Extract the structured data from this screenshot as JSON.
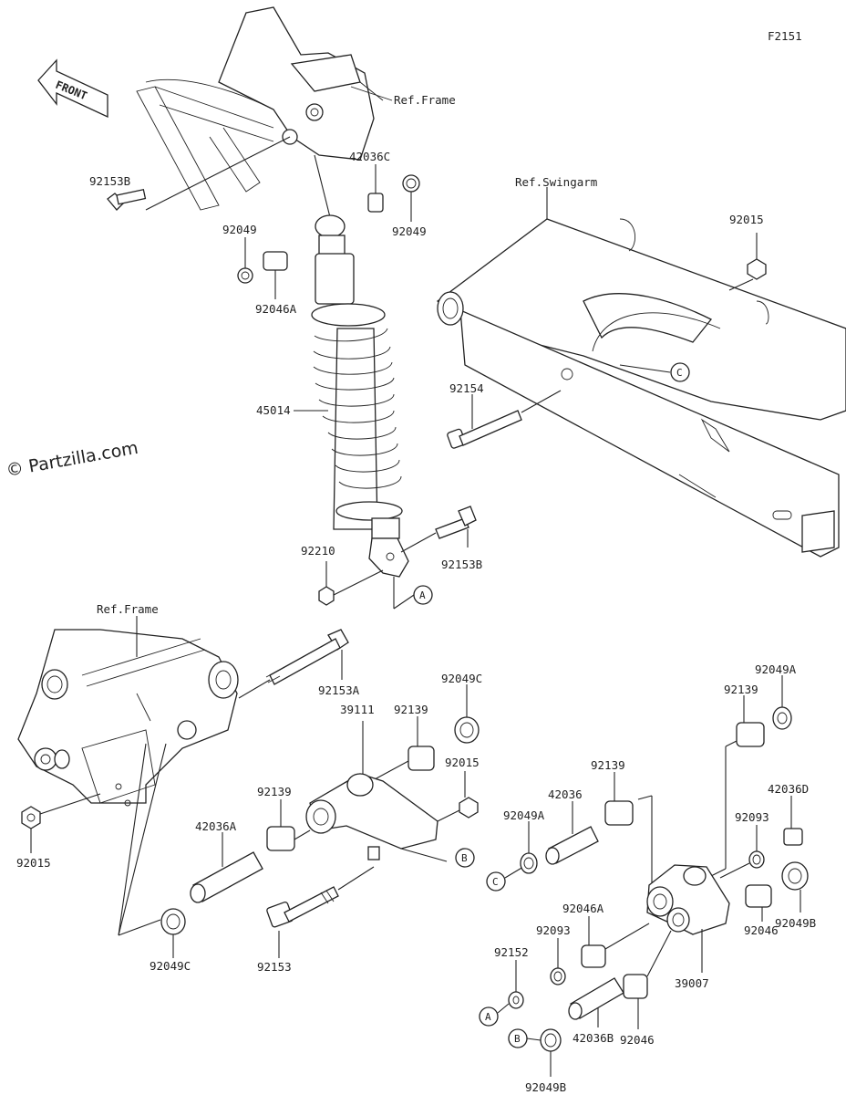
{
  "diagram_code": "F2151",
  "copyright": "© Partzilla.com",
  "front_label": "FRONT",
  "labels": {
    "ref_frame_top": "Ref.Frame",
    "ref_swingarm": "Ref.Swingarm",
    "ref_frame_left": "Ref.Frame",
    "p92153B_a": "92153B",
    "p42036C": "42036C",
    "p92049_a": "92049",
    "p92049_b": "92049",
    "p92046A_a": "92046A",
    "p45014": "45014",
    "p92015_a": "92015",
    "p92154": "92154",
    "p92210": "92210",
    "p92153B_b": "92153B",
    "p92153A": "92153A",
    "p92049C_a": "92049C",
    "p92139_a": "92139",
    "p92049A_a": "92049A",
    "p92139_b": "92139",
    "p39111": "39111",
    "p92015_b": "92015",
    "p92139_c": "92139",
    "p92139_d": "92139",
    "p42036": "42036",
    "p42036D": "42036D",
    "p42036A": "42036A",
    "p92049A_b": "92049A",
    "p92093_a": "92093",
    "p92015_c": "92015",
    "p92049C_b": "92049C",
    "p92153": "92153",
    "p92046A_b": "92046A",
    "p92093_b": "92093",
    "p92152": "92152",
    "p92046_a": "92046",
    "p92049B_a": "92049B",
    "p39007": "39007",
    "p92046_b": "92046",
    "p42036B": "42036B",
    "p92049B_b": "92049B"
  },
  "callouts": {
    "A1": "A",
    "A2": "A",
    "B1": "B",
    "B2": "B",
    "C1": "C",
    "C2": "C"
  }
}
